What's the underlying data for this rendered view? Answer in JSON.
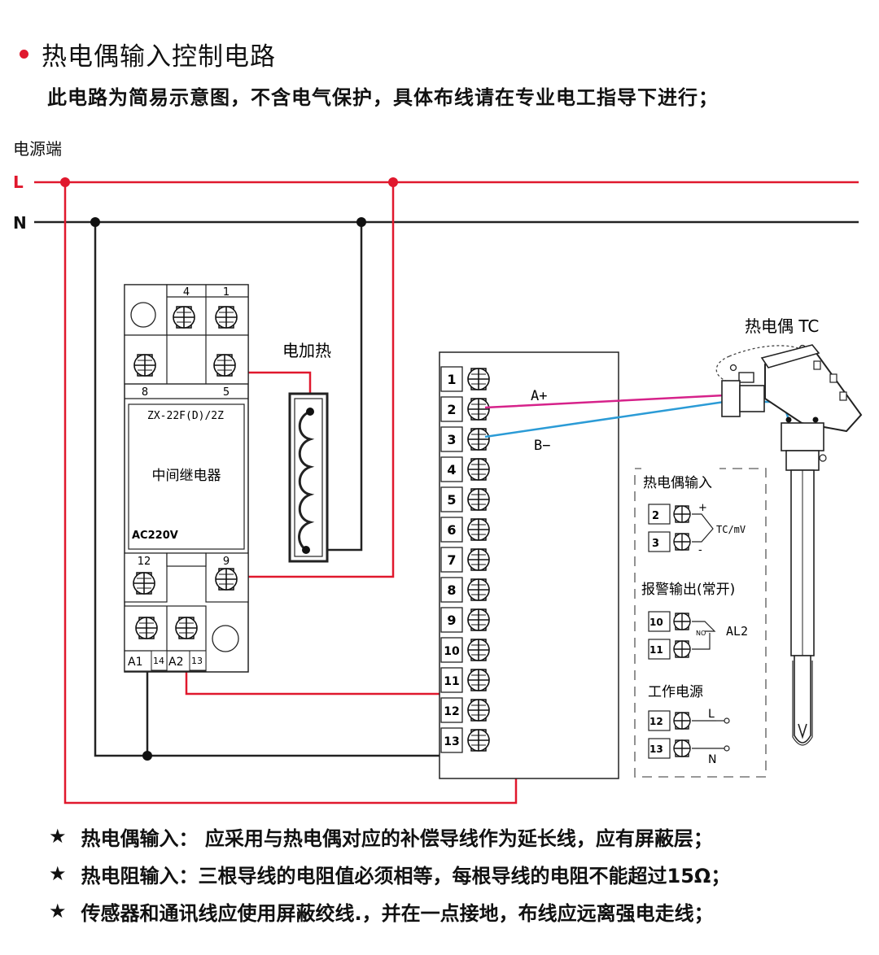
{
  "header": {
    "title": "热电偶输入控制电路",
    "subtitle": "此电路为简易示意图，不含电气保护，具体布线请在专业电工指导下进行；"
  },
  "power": {
    "label": "电源端",
    "line_l": "L",
    "line_n": "N"
  },
  "relay": {
    "top_terminals": [
      "4",
      "1"
    ],
    "mid_terminals": [
      "8",
      "5"
    ],
    "model": "ZX-22F(D)/2Z",
    "name": "中间继电器",
    "voltage": "AC220V",
    "lower_terminals": [
      "12",
      "9"
    ],
    "bottom_labels": [
      "A1",
      "14",
      "A2",
      "13"
    ]
  },
  "heater": {
    "label": "电加热"
  },
  "controller": {
    "terminals": [
      "1",
      "2",
      "3",
      "4",
      "5",
      "6",
      "7",
      "8",
      "9",
      "10",
      "11",
      "12",
      "13"
    ],
    "wire_a": "A+",
    "wire_b": "B−"
  },
  "thermocouple": {
    "label": "热电偶 TC"
  },
  "legend": {
    "tc_input": {
      "title": "热电偶输入",
      "terminals": [
        "2",
        "3"
      ],
      "plus": "+",
      "minus": "-",
      "signal": "TC/mV"
    },
    "alarm": {
      "title": "报警输出(常开)",
      "terminals": [
        "10",
        "11"
      ],
      "no": "NO",
      "name": "AL2"
    },
    "power": {
      "title": "工作电源",
      "terminals": [
        "12",
        "13"
      ],
      "l": "L",
      "n": "N"
    }
  },
  "notes": [
    "热电偶输入： 应采用与热电偶对应的补偿导线作为延长线，应有屏蔽层；",
    "热电阻输入：三根导线的电阻值必须相等，每根导线的电阻不能超过15Ω；",
    "传感器和通讯线应使用屏蔽绞线.，并在一点接地，布线应远离强电走线；"
  ],
  "colors": {
    "live": "#e0182d",
    "neutral": "#222222",
    "wire_a": "#d6228a",
    "wire_b": "#2b9bd6",
    "bullet": "#e0182d"
  }
}
